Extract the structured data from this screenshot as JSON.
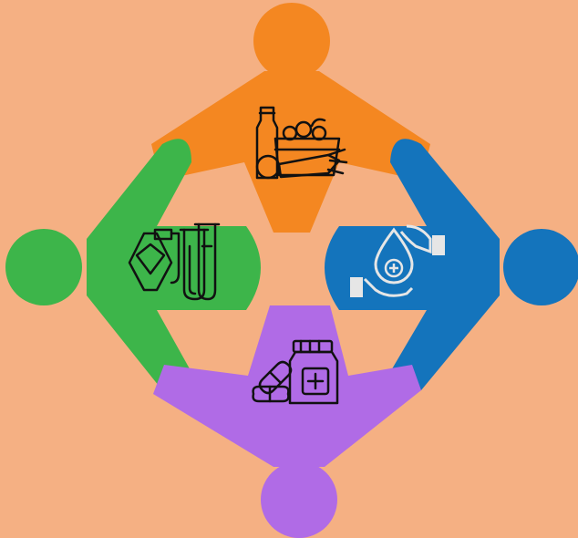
{
  "colors": {
    "background": "#F5B083",
    "orange": "#F48721",
    "green": "#3DB54A",
    "blue": "#1474BC",
    "purple": "#B06BE6",
    "icon_dark": "#111111",
    "icon_light": "#E6E6E6"
  },
  "figures": [
    {
      "name": "orange-figure",
      "color_key": "orange",
      "icon": "groceries-icon"
    },
    {
      "name": "green-figure",
      "color_key": "green",
      "icon": "lab-flask-test-tube-icon"
    },
    {
      "name": "blue-figure",
      "color_key": "blue",
      "icon": "hands-blood-drop-icon"
    },
    {
      "name": "purple-figure",
      "color_key": "purple",
      "icon": "medicine-bottle-pills-icon"
    }
  ]
}
